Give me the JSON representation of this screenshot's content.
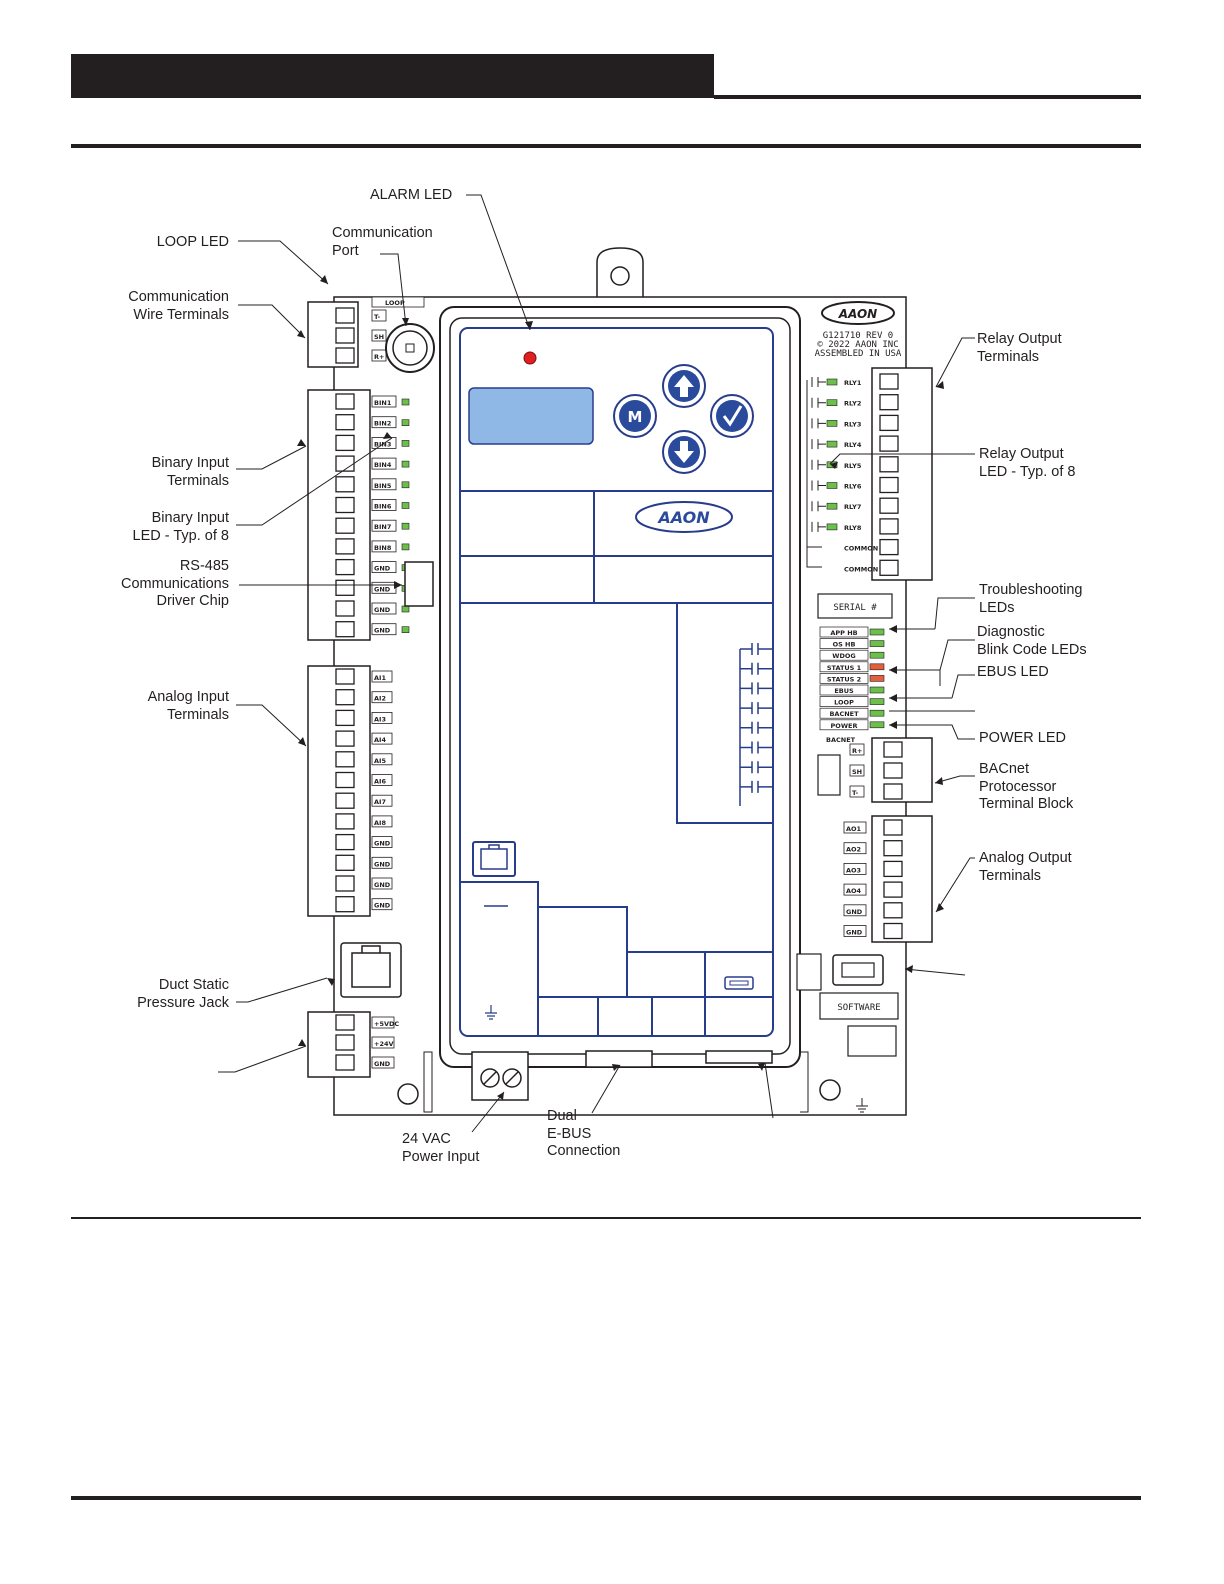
{
  "labels": {
    "alarm_led": "ALARM LED",
    "loop_led": "LOOP LED",
    "comm_port": [
      "Communication",
      "Port"
    ],
    "comm_wire": [
      "Communication",
      "Wire Terminals"
    ],
    "binary_input_terminals": [
      "Binary Input",
      "Terminals"
    ],
    "binary_input_led": [
      "Binary Input",
      "LED - Typ. of 8"
    ],
    "rs485": [
      "RS-485",
      "Communications",
      "Driver Chip"
    ],
    "analog_input_terminals": [
      "Analog Input",
      "Terminals"
    ],
    "duct_static": [
      "Duct Static",
      "Pressure Jack"
    ],
    "power_input": [
      "24 VAC",
      "Power Input"
    ],
    "ebus_connection": [
      "Dual",
      "E-BUS",
      "Connection"
    ],
    "relay_output_terminals": [
      "Relay Output",
      "Terminals"
    ],
    "relay_output_led": [
      "Relay Output",
      "LED - Typ. of 8"
    ],
    "troubleshooting": [
      "Troubleshooting",
      "LEDs"
    ],
    "diagnostic": [
      "Diagnostic",
      "Blink Code LEDs"
    ],
    "ebus_led": "EBUS LED",
    "power_led": "POWER LED",
    "bacnet_block": [
      "BACnet",
      "Protocessor",
      "Terminal Block"
    ],
    "analog_output_terminals": [
      "Analog Output",
      "Terminals"
    ]
  },
  "board": {
    "logo": "AAON",
    "rev": [
      "G121710 REV 0",
      "© 2022 AAON INC",
      "ASSEMBLED IN USA"
    ],
    "serial": "SERIAL #",
    "software": "SOFTWARE",
    "comm_terms": [
      "LOOP",
      "T-",
      "SH",
      "R+"
    ],
    "binary_inputs": [
      "BIN1",
      "BIN2",
      "BIN3",
      "BIN4",
      "BIN5",
      "BIN6",
      "BIN7",
      "BIN8",
      "GND",
      "GND",
      "GND",
      "GND"
    ],
    "analog_inputs": [
      "AI1",
      "AI2",
      "AI3",
      "AI4",
      "AI5",
      "AI6",
      "AI7",
      "AI8",
      "GND",
      "GND",
      "GND",
      "GND"
    ],
    "relays": [
      "RLY1",
      "RLY2",
      "RLY3",
      "RLY4",
      "RLY5",
      "RLY6",
      "RLY7",
      "RLY8",
      "COMMON",
      "COMMON"
    ],
    "status_leds": [
      "APP HB",
      "OS HB",
      "WDOG",
      "STATUS 1",
      "STATUS 2",
      "EBUS",
      "LOOP",
      "BACNET",
      "POWER"
    ],
    "bacnet_terms": [
      "BACNET",
      "R+",
      "SH",
      "T-"
    ],
    "analog_outputs": [
      "AO1",
      "AO2",
      "AO3",
      "AO4",
      "GND",
      "GND"
    ],
    "tb4_terms": [
      "+5VDC",
      "+24V",
      "GND"
    ]
  },
  "colors": {
    "lcd": "#8fb8e6",
    "panel_line": "#283c8c",
    "button": "#2a4a9c",
    "alarm_led": "#e02020",
    "led_green": "#6bbf4a"
  }
}
